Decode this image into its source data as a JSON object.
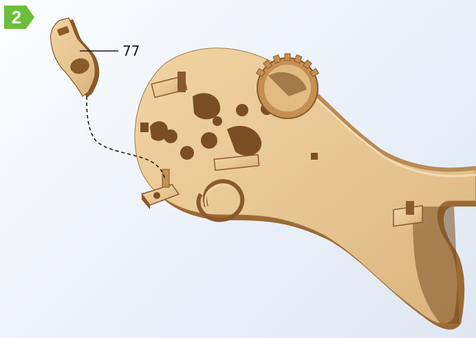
{
  "step": {
    "number": "2",
    "badge_color": "#6cbf3a"
  },
  "callout": {
    "part_number": "77"
  },
  "icons": [
    "step-badge-arrow",
    "wooden-part-77",
    "wooden-scroll-assembly",
    "gear-wheel",
    "dashed-placement-path"
  ],
  "colors": {
    "wood": "#e6c48f",
    "wood_edge": "#8a5a2b",
    "dash_line": "#1a1a1a"
  }
}
